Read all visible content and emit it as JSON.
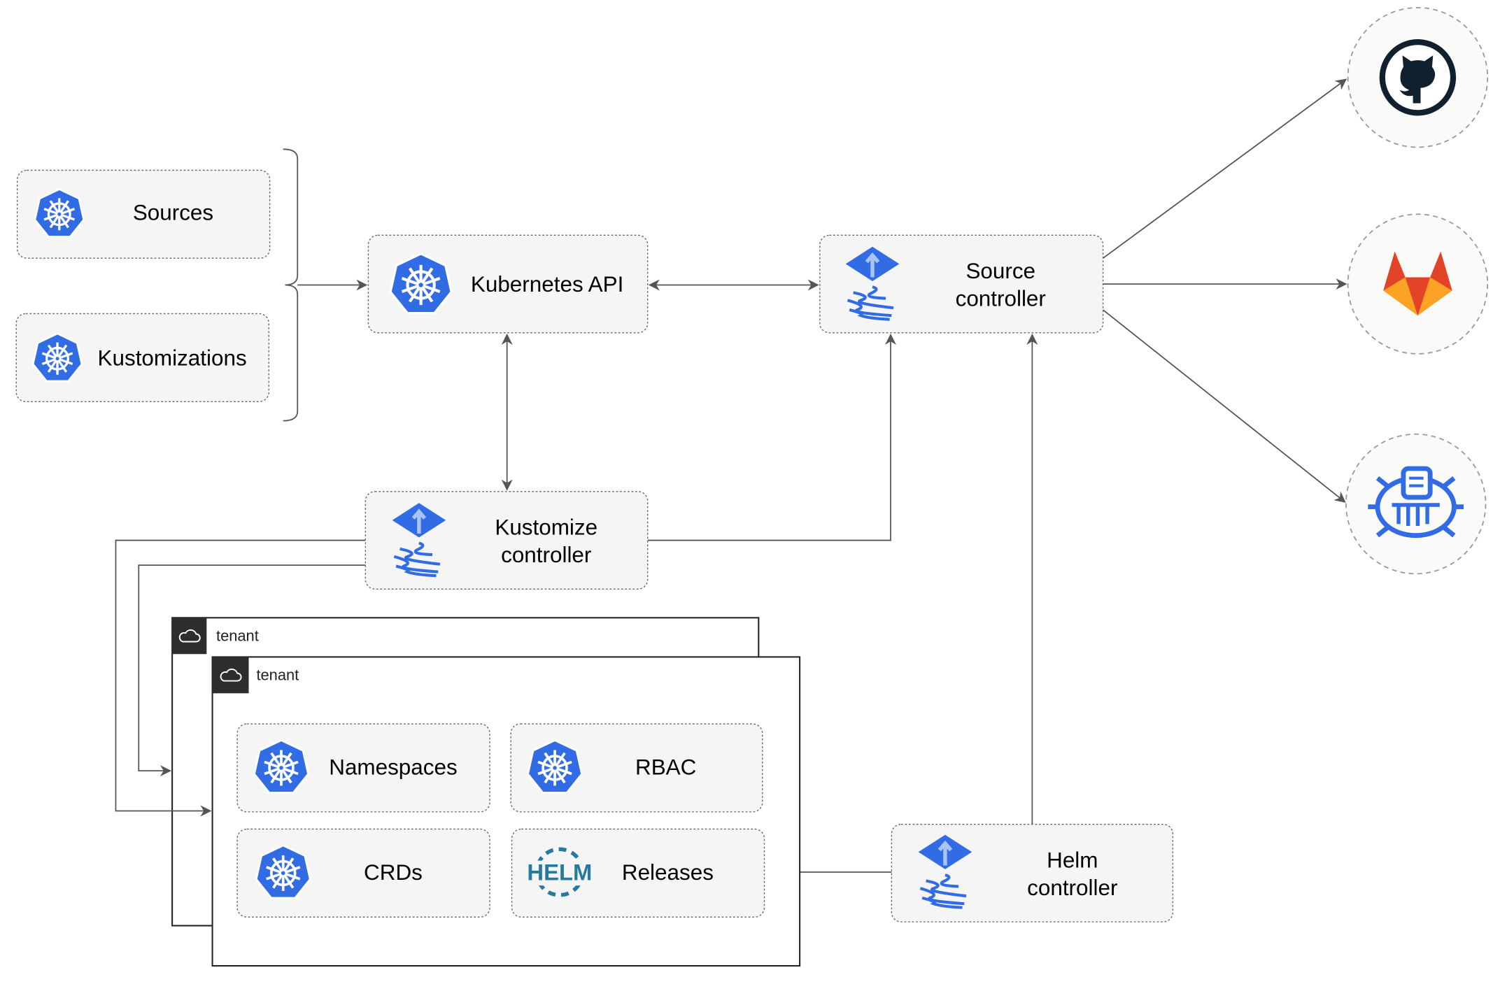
{
  "nodes": {
    "sources": "Sources",
    "kustomizations": "Kustomizations",
    "kubernetes_api": "Kubernetes API",
    "source_controller": [
      "Source",
      "controller"
    ],
    "kustomize_controller": [
      "Kustomize",
      "controller"
    ],
    "helm_controller": [
      "Helm",
      "controller"
    ],
    "namespaces": "Namespaces",
    "rbac": "RBAC",
    "crds": "CRDs",
    "releases": "Releases"
  },
  "tenants": [
    "tenant",
    "tenant"
  ],
  "external": [
    "github-icon",
    "gitlab-icon",
    "helm-repository-icon"
  ],
  "icons": {
    "kubernetes": "kubernetes-icon",
    "flux": "flux-icon",
    "helm": "helm-icon",
    "cloud": "cloud-icon"
  },
  "helm_logo_text": "HELM",
  "colors": {
    "kubernetes_blue": "#326ce5",
    "gitlab_orange": "#e24329",
    "github_dark": "#10202f",
    "box_fill": "#f5f5f5",
    "helm_blue": "#277a9f"
  }
}
